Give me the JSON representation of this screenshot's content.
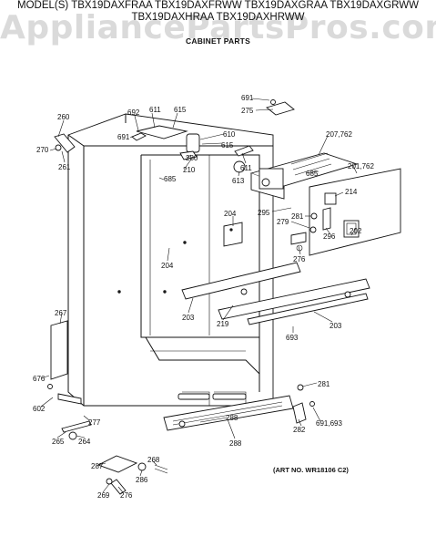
{
  "header": {
    "models_line1": "MODEL(S) TBX19DAXFRAA  TBX19DAXFRWW  TBX19DAXGRAA  TBX19DAXGRWW",
    "models_line2": "TBX19DAXHRAA  TBX19DAXHRWW",
    "section_title": "CABINET PARTS"
  },
  "watermark": "AppliancePartsPros.com",
  "art_number": "(ART NO. WR18106 C2)",
  "callouts": [
    {
      "id": "c691a",
      "text": "691"
    },
    {
      "id": "c275",
      "text": "275"
    },
    {
      "id": "c692",
      "text": "692"
    },
    {
      "id": "c611a",
      "text": "611"
    },
    {
      "id": "c615a",
      "text": "615"
    },
    {
      "id": "c260",
      "text": "260"
    },
    {
      "id": "c691b",
      "text": "691"
    },
    {
      "id": "c610",
      "text": "610"
    },
    {
      "id": "c207",
      "text": "207,762"
    },
    {
      "id": "c270",
      "text": "270"
    },
    {
      "id": "c615b",
      "text": "615"
    },
    {
      "id": "c280",
      "text": "280"
    },
    {
      "id": "c611b",
      "text": "611"
    },
    {
      "id": "c261",
      "text": "261"
    },
    {
      "id": "c210",
      "text": "210"
    },
    {
      "id": "c685a",
      "text": "685"
    },
    {
      "id": "c201",
      "text": "201,762"
    },
    {
      "id": "c685b",
      "text": "685"
    },
    {
      "id": "c613",
      "text": "613"
    },
    {
      "id": "c214",
      "text": "214"
    },
    {
      "id": "c295",
      "text": "295"
    },
    {
      "id": "c204a",
      "text": "204"
    },
    {
      "id": "c281a",
      "text": "281"
    },
    {
      "id": "c279",
      "text": "279"
    },
    {
      "id": "c296",
      "text": "296"
    },
    {
      "id": "c202",
      "text": "202"
    },
    {
      "id": "c204b",
      "text": "204"
    },
    {
      "id": "c276a",
      "text": "276"
    },
    {
      "id": "c203a",
      "text": "203"
    },
    {
      "id": "c219",
      "text": "219"
    },
    {
      "id": "c267",
      "text": "267"
    },
    {
      "id": "c203b",
      "text": "203"
    },
    {
      "id": "c693a",
      "text": "693"
    },
    {
      "id": "c676",
      "text": "676"
    },
    {
      "id": "c281b",
      "text": "281"
    },
    {
      "id": "c602",
      "text": "602"
    },
    {
      "id": "c277",
      "text": "277"
    },
    {
      "id": "c288a",
      "text": "288"
    },
    {
      "id": "c282",
      "text": "282"
    },
    {
      "id": "c691c",
      "text": "691,693"
    },
    {
      "id": "c265",
      "text": "265"
    },
    {
      "id": "c264",
      "text": "264"
    },
    {
      "id": "c288b",
      "text": "288"
    },
    {
      "id": "c287",
      "text": "287"
    },
    {
      "id": "c268",
      "text": "268"
    },
    {
      "id": "c286",
      "text": "286"
    },
    {
      "id": "c269",
      "text": "269"
    },
    {
      "id": "c276b",
      "text": "276"
    }
  ]
}
